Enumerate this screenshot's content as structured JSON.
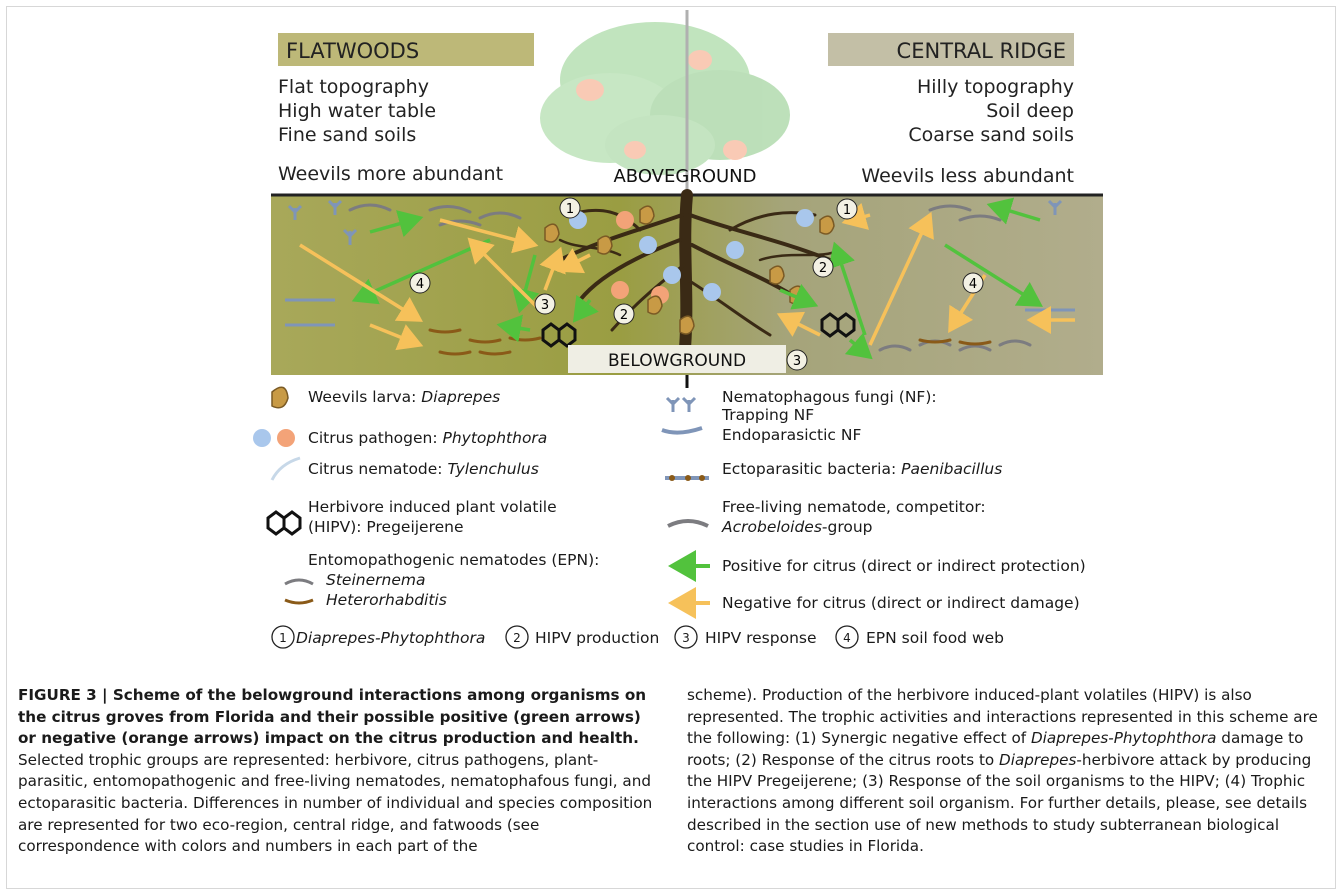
{
  "figure": {
    "flatwoods": {
      "title": "FLATWOODS",
      "lines": [
        "Flat topography",
        "High water table",
        "Fine sand soils"
      ],
      "weevils": "Weevils more abundant"
    },
    "central_ridge": {
      "title": "CENTRAL RIDGE",
      "lines": [
        "Hilly topography",
        "Soil deep",
        "Coarse sand soils"
      ],
      "weevils": "Weevils less abundant"
    },
    "aboveground": "ABOVEGROUND",
    "belowground": "BELOWGROUND",
    "markers": {
      "m1": "1",
      "m2": "2",
      "m3": "3",
      "m4": "4"
    },
    "colors": {
      "flatwoods_soil": "#a8a85a",
      "ridge_soil": "#b1ad8c",
      "positive_arrow": "#52c23d",
      "negative_arrow": "#f6c15a"
    },
    "legend": {
      "weevil_prefix": "Weevils larva: ",
      "weevil_name": "Diaprepes",
      "phyto_prefix": "Citrus pathogen: ",
      "phyto_name": "Phytophthora",
      "tylen_prefix": "Citrus nematode: ",
      "tylen_name": "Tylenchulus",
      "hipv_line1": "Herbivore induced plant volatile",
      "hipv_line2": "(HIPV): Pregeijerene",
      "epn_line1": "Entomopathogenic nematodes (EPN):",
      "epn_stein": "Steinernema",
      "epn_hetero": "Heterorhabditis",
      "nf_line1": "Nematophagous fungi (NF):",
      "nf_line2": "Trapping  NF",
      "nf_line3": "Endoparasictic NF",
      "bact_prefix": "Ectoparasitic bacteria: ",
      "bact_name": "Paenibacillus",
      "free_line1": "Free-living nematode, competitor:",
      "free_name": "Acrobeloides",
      "free_suffix": "-group",
      "positive": "Positive for citrus (direct or indirect protection)",
      "negative": "Negative for citrus (direct or indirect damage)"
    },
    "key": {
      "k1_name": "Diaprepes-Phytophthora",
      "k2_text": "HIPV production",
      "k3_text": "HIPV response",
      "k4_text": "EPN soil food web"
    }
  },
  "caption": {
    "bold": "FIGURE 3 | Scheme of the belowground interactions among organisms on the citrus groves from Florida and their possible positive (green arrows) or negative (orange arrows) impact on the citrus production and health.",
    "p1": " Selected trophic groups are represented: herbivore, citrus pathogens, plant-parasitic, entomopathogenic and free-living nematodes, nematophafous fungi, and ectoparasitic bacteria. Differences in number of individual and species composition are represented for two eco-region, central ridge, and fatwoods (see correspondence with colors and numbers in each part of the",
    "p2a": "scheme). Production of the herbivore induced-plant volatiles (HIPV) is also represented. The trophic activities and interactions represented in this scheme are the following: (1) Synergic negative effect of ",
    "p2b": "Diaprepes-Phytophthora",
    "p2c": " damage to roots; (2) Response of the citrus roots to ",
    "p2d": "Diaprepes",
    "p2e": "-herbivore attack by producing the HIPV Pregeijerene; (3) Response of the soil organisms to the HIPV; (4) Trophic interactions among different soil organism. For further details, please, see details described in the section use of new methods to study subterranean biological control: case studies in Florida."
  }
}
